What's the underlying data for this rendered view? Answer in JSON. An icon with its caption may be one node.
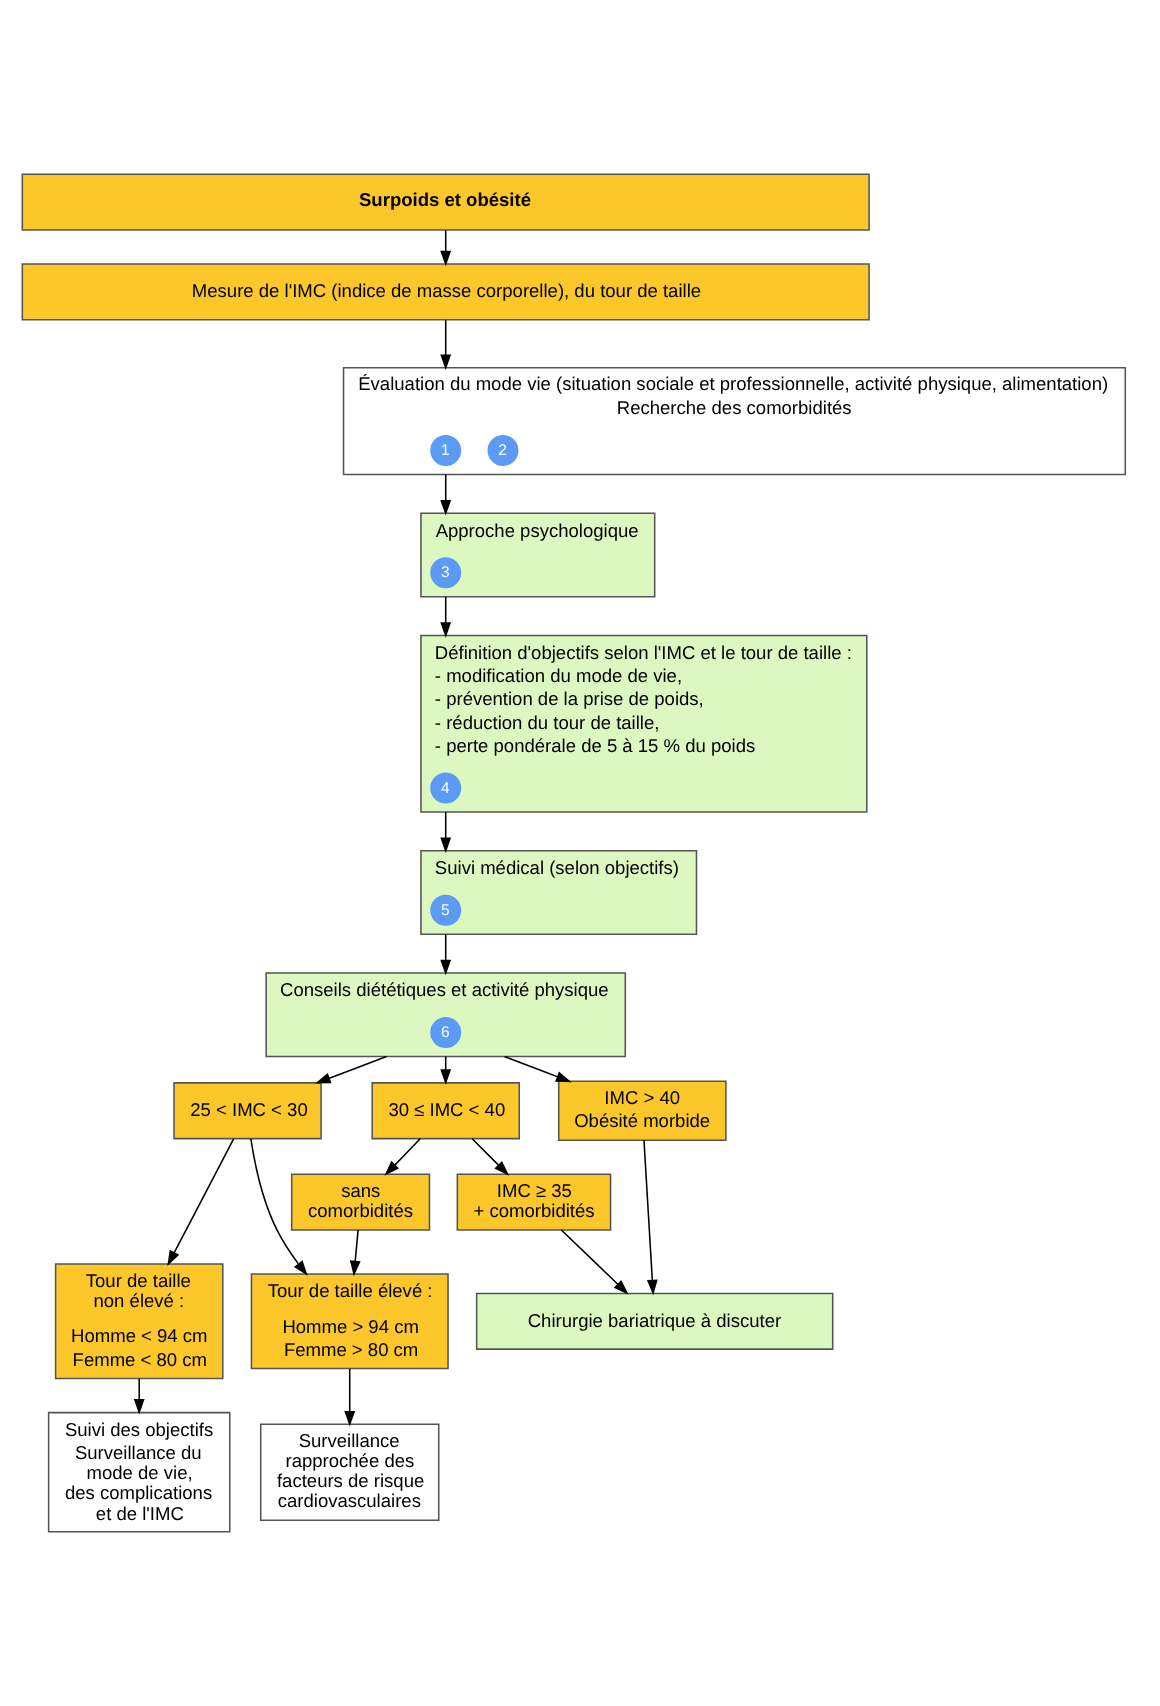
{
  "diagram": {
    "nodes": [
      {
        "text": [
          "Surpoids et obésité"
        ]
      },
      {
        "text": [
          "Mesure de l'IMC (indice de masse corporelle), du tour de taille"
        ]
      },
      {
        "text": [
          "Évaluation du mode vie (situation sociale et professionnelle, activité physique, alimentation)",
          "Recherche des comorbidités"
        ]
      },
      {
        "text": [
          "1"
        ],
        "in": 2
      },
      {
        "text": [
          "2"
        ],
        "in": 2
      },
      {
        "text": [
          "Approche psychologique"
        ]
      },
      {
        "text": [
          "3"
        ],
        "in": 5
      },
      {
        "text": [
          "Définition d'objectifs selon l'IMC et le tour de taille :",
          "- modification du mode de vie,",
          "- prévention de la prise de poids,",
          "- réduction du tour de taille,",
          "- perte pondérale de 5 à 15 % du poids"
        ]
      },
      {
        "text": [
          "4"
        ],
        "in": 7
      },
      {
        "text": [
          "Suivi médical (selon objectifs)"
        ]
      },
      {
        "text": [
          "5"
        ],
        "in": 9
      },
      {
        "text": [
          "Conseils diététiques et activité physique"
        ]
      },
      {
        "text": [
          "6"
        ],
        "in": 11
      },
      {
        "text": [
          "25 < IMC < 30"
        ]
      },
      {
        "text": [
          "30 ≤ IMC < 40"
        ]
      },
      {
        "text": [
          "IMC > 40",
          "Obésité morbide"
        ]
      },
      {
        "text": [
          "sans comorbidités"
        ]
      },
      {
        "text": [
          "IMC ≥ 35 + comorbidités"
        ]
      },
      {
        "text": [
          "Tour de taille non élevé :",
          "Homme < 94 cm",
          "Femme < 80 cm"
        ]
      },
      {
        "text": [
          "Tour de taille élevé :",
          "Homme > 94 cm",
          "Femme > 80 cm"
        ]
      },
      {
        "text": [
          "Chirurgie bariatrique à discuter"
        ]
      },
      {
        "text": [
          "Suivi des objectifs",
          "Surveillance du mode de vie, des complications et de l'IMC"
        ]
      },
      {
        "text": [
          "Surveillance rapprochée des facteurs de risque cardiovasculaires"
        ]
      }
    ],
    "edges": [
      {
        "from": 0,
        "to": 1,
        "arrow": "to"
      },
      {
        "from": 1,
        "to": 2,
        "arrow": "to"
      },
      {
        "from": 2,
        "to": 5,
        "arrow": "to"
      },
      {
        "from": 5,
        "to": 7,
        "arrow": "to"
      },
      {
        "from": 7,
        "to": 9,
        "arrow": "to"
      },
      {
        "from": 9,
        "to": 11,
        "arrow": "to"
      },
      {
        "from": 11,
        "to": 13,
        "arrow": "to"
      },
      {
        "from": 11,
        "to": 14,
        "arrow": "to"
      },
      {
        "from": 11,
        "to": 15,
        "arrow": "to"
      },
      {
        "from": 13,
        "to": 18,
        "arrow": "to"
      },
      {
        "from": 13,
        "to": 19,
        "arrow": "to"
      },
      {
        "from": 14,
        "to": 16,
        "arrow": "to"
      },
      {
        "from": 14,
        "to": 17,
        "arrow": "to"
      },
      {
        "from": 16,
        "to": 19,
        "arrow": "to"
      },
      {
        "from": 17,
        "to": 20,
        "arrow": "to"
      },
      {
        "from": 15,
        "to": 20,
        "arrow": "to"
      },
      {
        "from": 18,
        "to": 21,
        "arrow": "to"
      },
      {
        "from": 19,
        "to": 22,
        "arrow": "to"
      }
    ]
  }
}
